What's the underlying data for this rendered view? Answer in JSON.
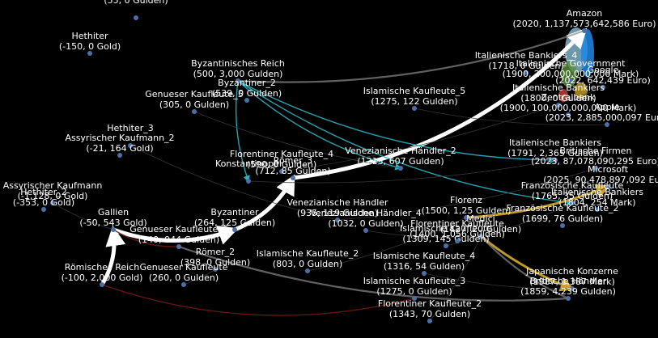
{
  "colors": {
    "background": "#000000",
    "label": "#ffffff",
    "edge_faint": "#3a3a3a",
    "edge_teal": "#2bb3c0",
    "edge_red": "#6b1a12",
    "edge_white": "#ffffff",
    "edge_gold": "#c9a227",
    "edge_grey": "#8a8a8a",
    "node": "#4d6fa8"
  },
  "nodes": [
    {
      "id": "cut_top",
      "line1": "",
      "line2": "(55, 0 Gulden)"
    },
    {
      "id": "amazon",
      "line1": "Amazon",
      "line2": "(2020, 1,137,573,642,586 Euro)"
    },
    {
      "id": "hethiter",
      "line1": "Hethiter",
      "line2": "(-150, 0 Gold)"
    },
    {
      "id": "byz_reich",
      "line1": "Byzantinisches Reich",
      "line2": "(500, 3,000 Gulden)"
    },
    {
      "id": "ital_bank4",
      "line1": "Italienische Bankiers_4",
      "line2": "(1718, 0 Gulden)"
    },
    {
      "id": "ital_gov",
      "line1": "Italienische Government",
      "line2": "(1900, 200,000,000,000 Mark)"
    },
    {
      "id": "google",
      "line1": "Google",
      "line2": "(2022, 642,439 Euro)"
    },
    {
      "id": "byz2",
      "line1": "Byzantiner_2",
      "line2": "(539, 0 Gulden)"
    },
    {
      "id": "genueser5",
      "line1": "Genueser Kaufleute_5",
      "line2": "(305, 0 Gulden)"
    },
    {
      "id": "islam5",
      "line1": "Islamische Kaufleute_5",
      "line2": "(1275, 122 Gulden)"
    },
    {
      "id": "ital_bankiers",
      "line1": "Italienische Bankiers",
      "line2": "(1800, 0 Gulden)"
    },
    {
      "id": "zentral",
      "line1": "Zentralbank",
      "line2": "(1900, 100,000,000,000 Mark)"
    },
    {
      "id": "apple",
      "line1": "Apple",
      "line2": "(2023, 2,885,000,097 Euro)"
    },
    {
      "id": "hethiter3",
      "line1": "Hethiter_3",
      "line2": ""
    },
    {
      "id": "assyr2",
      "line1": "Assyrischer Kaufmann_2",
      "line2": "(-21, 164 Gold)"
    },
    {
      "id": "ital_bank_mid",
      "line1": "Italienische Bankiers",
      "line2": "(1791, 2,365 Gulden)"
    },
    {
      "id": "brit_firmen",
      "line1": "Britische Firmen",
      "line2": "(2023, 87,078,090,295 Euro)"
    },
    {
      "id": "konstantinopel",
      "line1": "Konstantinopel",
      "line2": ""
    },
    {
      "id": "florent4",
      "line1": "Florentiner Kaufleute_4",
      "line2": "(590, 0 Gulden)"
    },
    {
      "id": "roemer3",
      "line1": "Römer_3",
      "line2": "(712, 85 Gulden)"
    },
    {
      "id": "venez2",
      "line1": "Venezianische Händler_2",
      "line2": "(1213, 607 Gulden)"
    },
    {
      "id": "microsoft",
      "line1": "Microsoft",
      "line2": "(2025, 90,478,897,092 Euro)"
    },
    {
      "id": "gallien",
      "line1": "Gallien",
      "line2": "(-50, 543 Gold)"
    },
    {
      "id": "assyr",
      "line1": "Assyrischer Kaufmann",
      "line2": "(-1,128, 0 Gold)"
    },
    {
      "id": "hethiter2",
      "line1": "Hethiter_2",
      "line2": "(-353, 0 Gold)"
    },
    {
      "id": "franz",
      "line1": "Französische Kaufleute",
      "line2": "(1765, 35 Gulden)"
    },
    {
      "id": "ital_bankiers_r",
      "line1": "Italienische Bankiers",
      "line2": "(1804, 254 Mark)"
    },
    {
      "id": "byzantiner",
      "line1": "Byzantiner",
      "line2": "(264, 125 Gulden)"
    },
    {
      "id": "venez",
      "line1": "Venezianische Händler",
      "line2": "(935, 119 Gulden)"
    },
    {
      "id": "venez4",
      "line1": "Venezianische Händler_4",
      "line2": "(1032, 0 Gulden)"
    },
    {
      "id": "florenz",
      "line1": "Florenz",
      "line2": "(1500, 1,25 Gulden)"
    },
    {
      "id": "franz2",
      "line1": "Französische Kaufleute_2",
      "line2": "(1699, 76 Gulden)"
    },
    {
      "id": "medici",
      "line1": "Medici",
      "line2": "(1427, 20 Gulden)"
    },
    {
      "id": "islam_mid",
      "line1": "Islamische Kaufleute",
      "line2": "(1309, 145 Gulden)"
    },
    {
      "id": "florent_k",
      "line1": "Florentiner Kaufleute",
      "line2": "(1400, 1,056 Gulden)"
    },
    {
      "id": "genueser6",
      "line1": "Genueser Kaufleute_6",
      "line2": "(140, 944 Gulden)"
    },
    {
      "id": "roemer2",
      "line1": "Römer_2",
      "line2": "(398, 0 Gulden)"
    },
    {
      "id": "islam2",
      "line1": "Islamische Kaufleute_2",
      "line2": "(803, 0 Gulden)"
    },
    {
      "id": "islam4",
      "line1": "Islamische Kaufleute_4",
      "line2": "(1316, 54 Gulden)"
    },
    {
      "id": "roem_reich",
      "line1": "Römisches Reich",
      "line2": "(-100, 2,000 Gold)"
    },
    {
      "id": "genueser",
      "line1": "Genueser Kaufleute",
      "line2": "(260, 0 Gulden)"
    },
    {
      "id": "japan",
      "line1": "Japanische Konzerne",
      "line2": "(1987, 1,387 Mark)"
    },
    {
      "id": "islam3",
      "line1": "Islamische Kaufleute_3",
      "line2": "(1275, 0 Gulden)"
    },
    {
      "id": "brit_h",
      "line1": "Britische Händler",
      "line2": "(1859, 4,239 Gulden)"
    },
    {
      "id": "florent2",
      "line1": "Florentiner Kaufleute_2",
      "line2": "(1343, 70 Gulden)"
    }
  ],
  "edges": [
    {
      "from": "roem_reich",
      "to": "gallien",
      "style": "white"
    },
    {
      "from": "gallien",
      "to": "byzantiner",
      "style": "white"
    },
    {
      "from": "byzantiner",
      "to": "roemer3",
      "style": "white"
    },
    {
      "from": "roemer3",
      "to": "amazon",
      "style": "white"
    },
    {
      "from": "byz_reich",
      "to": "konstantinopel",
      "style": "teal"
    },
    {
      "from": "byz_reich",
      "to": "venez2",
      "style": "teal"
    },
    {
      "from": "byz_reich",
      "to": "franz",
      "style": "teal"
    },
    {
      "from": "byz_reich",
      "to": "ital_bank_mid",
      "style": "teal"
    },
    {
      "from": "byz_reich",
      "to": "amazon",
      "style": "grey"
    },
    {
      "from": "florenz",
      "to": "microsoft",
      "style": "gold"
    },
    {
      "from": "medici",
      "to": "japan",
      "style": "gold"
    },
    {
      "from": "medici",
      "to": "brit_h",
      "style": "grey"
    },
    {
      "from": "genueser6",
      "to": "brit_h",
      "style": "grey"
    },
    {
      "from": "roem_reich",
      "to": "islam3",
      "style": "red"
    },
    {
      "from": "gallien",
      "to": "genueser6",
      "style": "red"
    },
    {
      "from": "hethiter3",
      "to": "venez",
      "style": "faint"
    },
    {
      "from": "assyr",
      "to": "gallien",
      "style": "faint"
    },
    {
      "from": "genueser5",
      "to": "venez2",
      "style": "faint"
    },
    {
      "from": "islam5",
      "to": "apple",
      "style": "faint"
    },
    {
      "from": "venez4",
      "to": "medici",
      "style": "faint"
    },
    {
      "from": "islam2",
      "to": "florenz",
      "style": "faint"
    },
    {
      "from": "islam_mid",
      "to": "microsoft",
      "style": "faint"
    },
    {
      "from": "islam4",
      "to": "japan",
      "style": "faint"
    },
    {
      "from": "florent2",
      "to": "medici",
      "style": "faint"
    },
    {
      "from": "genueser",
      "to": "roemer2",
      "style": "faint"
    },
    {
      "from": "venez",
      "to": "brit_firmen",
      "style": "faint"
    },
    {
      "from": "florent4",
      "to": "google",
      "style": "faint"
    },
    {
      "from": "konstantinopel",
      "to": "ital_bank_mid",
      "style": "faint"
    }
  ]
}
